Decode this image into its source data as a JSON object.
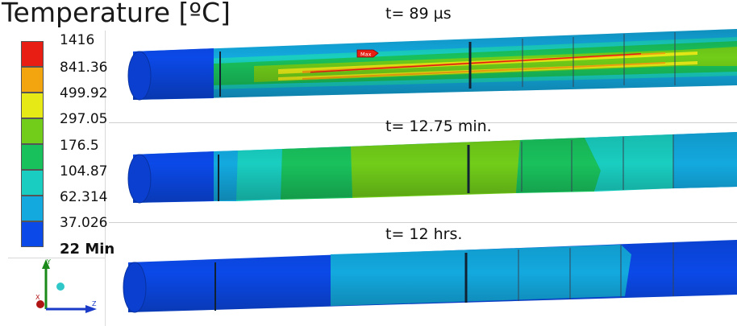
{
  "title": "Temperature [ºC]",
  "legend": {
    "labels": [
      "1416",
      "841.36",
      "499.92",
      "297.05",
      "176.5",
      "104.87",
      "62.314",
      "37.026",
      "22 Min"
    ],
    "colors": [
      "#e81e14",
      "#f3a50f",
      "#e6e916",
      "#71cd19",
      "#19c15c",
      "#19cec0",
      "#13a9df",
      "#0b49e8"
    ]
  },
  "panels": [
    {
      "time_label": "t= 89 µs",
      "max_marker": "Max"
    },
    {
      "time_label": "t= 12.75 min."
    },
    {
      "time_label": "t= 12 hrs."
    }
  ],
  "triad": {
    "y": "Y",
    "x": "X",
    "z": "Z"
  }
}
